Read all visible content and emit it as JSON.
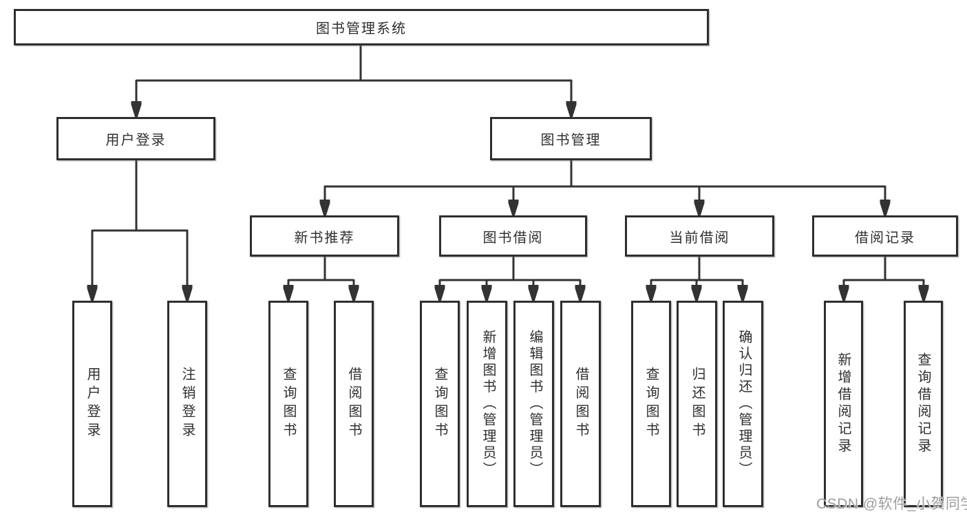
{
  "tree": {
    "root": {
      "label": "图书管理系统"
    },
    "children": [
      {
        "label": "用户登录",
        "children": [
          {
            "label": "用户登录"
          },
          {
            "label": "注销登录"
          }
        ]
      },
      {
        "label": "图书管理",
        "children": [
          {
            "label": "新书推荐",
            "children": [
              {
                "label": "查询图书"
              },
              {
                "label": "借阅图书"
              }
            ]
          },
          {
            "label": "图书借阅",
            "children": [
              {
                "label": "查询图书"
              },
              {
                "label": "新增图书（管理员）"
              },
              {
                "label": "编辑图书（管理员）"
              },
              {
                "label": "借阅图书"
              }
            ]
          },
          {
            "label": "当前借阅",
            "children": [
              {
                "label": "查询图书"
              },
              {
                "label": "归还图书"
              },
              {
                "label": "确认归还（管理员）"
              }
            ]
          },
          {
            "label": "借阅记录",
            "children": [
              {
                "label": "新增借阅记录"
              },
              {
                "label": "查询借阅记录"
              }
            ]
          }
        ]
      }
    ]
  },
  "watermark": {
    "text": "CSDN @软件_小贺同学"
  },
  "colors": {
    "line": "#333333",
    "box_border": "#2e2e2e",
    "box_fill": "#ffffff",
    "text": "#2f2f2f",
    "watermark": "#949494"
  }
}
